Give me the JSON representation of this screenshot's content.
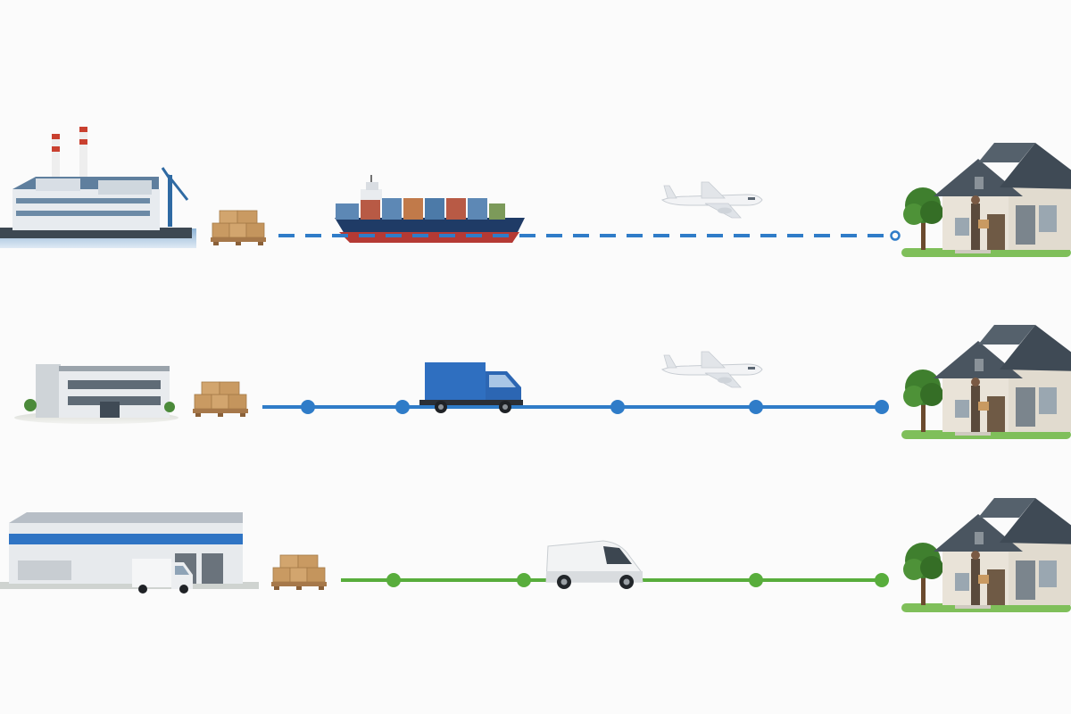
{
  "diagram": {
    "kind": "logistics-flow",
    "rows": [
      {
        "origin": "factory-icon",
        "line_style": "dashed",
        "line_color": "#2f7cc8",
        "end_marker": "hollow",
        "stops": 0,
        "vehicles": [
          "cargo-ship-icon",
          "airplane-icon"
        ],
        "destination": "house-delivery-icon"
      },
      {
        "origin": "office-building-icon",
        "line_style": "solid",
        "line_color": "#2f7cc8",
        "end_marker": "filled",
        "stops": 5,
        "vehicles": [
          "box-truck-icon",
          "airplane-icon"
        ],
        "destination": "house-delivery-icon"
      },
      {
        "origin": "warehouse-icon",
        "line_style": "solid",
        "line_color": "#58ad3c",
        "end_marker": "filled",
        "stops": 4,
        "vehicles": [
          "delivery-van-icon"
        ],
        "destination": "house-delivery-icon"
      }
    ],
    "colors": {
      "blue": "#2f7cc8",
      "green": "#58ad3c",
      "box": "#c99a62",
      "roof": "#4a5560",
      "wall": "#e9e3d8"
    }
  }
}
